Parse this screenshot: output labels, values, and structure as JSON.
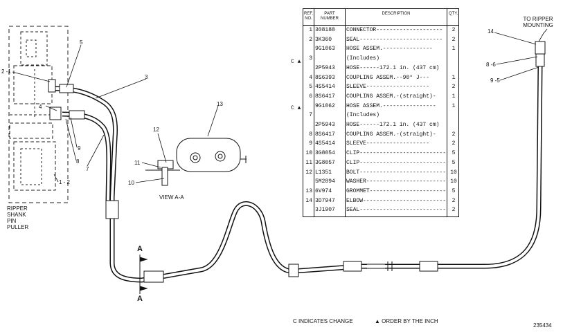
{
  "assembly_label": [
    "RIPPER",
    "SHANK",
    "PIN",
    "PULLER"
  ],
  "to_ripper_label": [
    "TO RIPPER",
    "MOUNTING"
  ],
  "view_label": "VIEW A-A",
  "section_marker": "A",
  "legend": {
    "change_note": "C INDICATES CHANGE",
    "order_note": "▲ ORDER BY THE INCH"
  },
  "figure_number": "235434",
  "callouts": {
    "c_2_1": "2 -1",
    "c_5": "5",
    "c_3": "3",
    "c_4": "4",
    "c_9": "9",
    "c_8": "8",
    "c_7": "7",
    "c_1_2": "1 - 2",
    "c_13": "13",
    "c_12": "12",
    "c_11": "11",
    "c_10": "10",
    "c_14": "14",
    "c_8_6": "8 -6",
    "c_9_5": "9 -5"
  },
  "table": {
    "headers": {
      "ref": "REF. NO.",
      "part": "PART NUMBER",
      "desc": "DESCRIPTION",
      "qty": "QTY."
    },
    "rows": [
      {
        "ref": "1",
        "part": "308188",
        "desc": "CONNECTOR--------------------",
        "qty": "2"
      },
      {
        "ref": "2",
        "part": "3K360",
        "desc": "SEAL-------------------------",
        "qty": "2"
      },
      {
        "ref": "",
        "part": "9G1063",
        "desc": "HOSE ASSEM.---------------",
        "qty": "1"
      },
      {
        "ref": "3",
        "part": "",
        "desc": "    (Includes)",
        "qty": ""
      },
      {
        "ref": "",
        "part": "2P5943",
        "desc": "    HOSE------172.1 in. (437 cm)",
        "qty": ""
      },
      {
        "ref": "4",
        "part": "8S6393",
        "desc": "    COUPLING ASSEM.--90° J---",
        "qty": "1"
      },
      {
        "ref": "5",
        "part": "4S5414",
        "desc": "    SLEEVE-------------------",
        "qty": "2"
      },
      {
        "ref": "6",
        "part": "8S6417",
        "desc": "    COUPLING ASSEM.-(straight)-",
        "qty": "1"
      },
      {
        "ref": "",
        "part": "9G1062",
        "desc": "HOSE ASSEM.----------------",
        "qty": "1"
      },
      {
        "ref": "7",
        "part": "",
        "desc": "    (Includes)",
        "qty": ""
      },
      {
        "ref": "",
        "part": "2P5943",
        "desc": "    HOSE------172.1 in. (437 cm)",
        "qty": ""
      },
      {
        "ref": "8",
        "part": "8S6417",
        "desc": "    COUPLING ASSEM.-(straight)-",
        "qty": "2"
      },
      {
        "ref": "9",
        "part": "4S5414",
        "desc": "    SLEEVE-------------------",
        "qty": "2"
      },
      {
        "ref": "10",
        "part": "3G8054",
        "desc": "CLIP--------------------------",
        "qty": "5"
      },
      {
        "ref": "11",
        "part": "3G8057",
        "desc": "CLIP--------------------------",
        "qty": "5"
      },
      {
        "ref": "12",
        "part": "L1351",
        "desc": "BOLT--------------------------",
        "qty": "10"
      },
      {
        "ref": "",
        "part": "5M2894",
        "desc": "WASHER------------------------",
        "qty": "10"
      },
      {
        "ref": "13",
        "part": "6V974",
        "desc": "GROMMET-----------------------",
        "qty": "5"
      },
      {
        "ref": "14",
        "part": "3D7947",
        "desc": "ELBOW-------------------------",
        "qty": "2"
      },
      {
        "ref": "",
        "part": "3J1907",
        "desc": "SEAL--------------------------",
        "qty": "2"
      }
    ],
    "change_marks": [
      "C ▲",
      "C ▲"
    ]
  }
}
